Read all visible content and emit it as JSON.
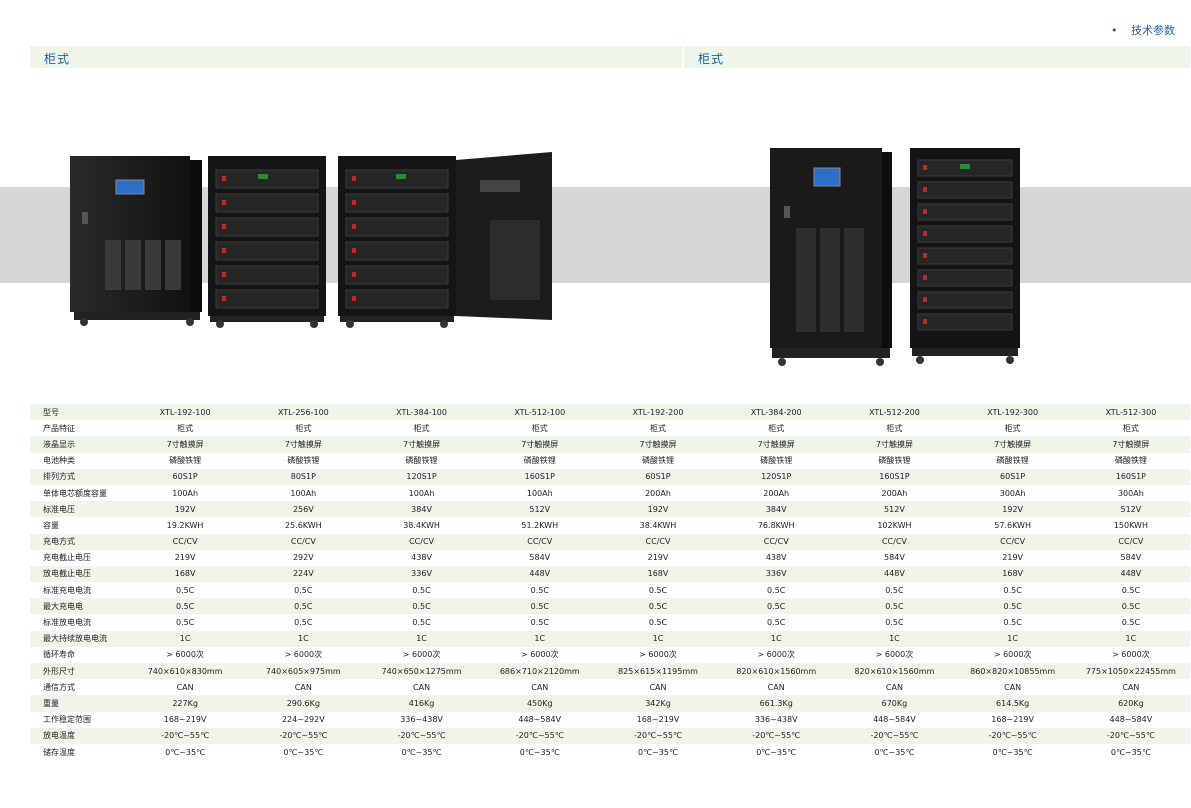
{
  "nav": {
    "item": "技术参数"
  },
  "sections": {
    "left_title": "柜式",
    "right_title": "柜式"
  },
  "table": {
    "rows": [
      {
        "label": "型号",
        "values": [
          "XTL-192-100",
          "XTL-256-100",
          "XTL-384-100",
          "XTL-512-100",
          "XTL-192-200",
          "XTL-384-200",
          "XTL-512-200",
          "XTL-192-300",
          "XTL-512-300"
        ]
      },
      {
        "label": "产品特征",
        "values": [
          "柜式",
          "柜式",
          "柜式",
          "柜式",
          "柜式",
          "柜式",
          "柜式",
          "柜式",
          "柜式"
        ]
      },
      {
        "label": "液晶显示",
        "values": [
          "7寸触摸屏",
          "7寸触摸屏",
          "7寸触摸屏",
          "7寸触摸屏",
          "7寸触摸屏",
          "7寸触摸屏",
          "7寸触摸屏",
          "7寸触摸屏",
          "7寸触摸屏"
        ]
      },
      {
        "label": "电池种类",
        "values": [
          "磷酸铁锂",
          "磷酸铁锂",
          "磷酸铁锂",
          "磷酸铁锂",
          "磷酸铁锂",
          "磷酸铁锂",
          "磷酸铁锂",
          "磷酸铁锂",
          "磷酸铁锂"
        ]
      },
      {
        "label": "排列方式",
        "values": [
          "60S1P",
          "80S1P",
          "120S1P",
          "160S1P",
          "60S1P",
          "120S1P",
          "160S1P",
          "60S1P",
          "160S1P"
        ]
      },
      {
        "label": "单体电芯额度容量",
        "values": [
          "100Ah",
          "100Ah",
          "100Ah",
          "100Ah",
          "200Ah",
          "200Ah",
          "200Ah",
          "300Ah",
          "300Ah"
        ]
      },
      {
        "label": "标准电压",
        "values": [
          "192V",
          "256V",
          "384V",
          "512V",
          "192V",
          "384V",
          "512V",
          "192V",
          "512V"
        ]
      },
      {
        "label": "容量",
        "values": [
          "19.2KWH",
          "25.6KWH",
          "38.4KWH",
          "51.2KWH",
          "38.4KWH",
          "76.8KWH",
          "102KWH",
          "57.6KWH",
          "150KWH"
        ]
      },
      {
        "label": "充电方式",
        "values": [
          "CC/CV",
          "CC/CV",
          "CC/CV",
          "CC/CV",
          "CC/CV",
          "CC/CV",
          "CC/CV",
          "CC/CV",
          "CC/CV"
        ]
      },
      {
        "label": "充电截止电压",
        "values": [
          "219V",
          "292V",
          "438V",
          "584V",
          "219V",
          "438V",
          "584V",
          "219V",
          "584V"
        ]
      },
      {
        "label": "放电截止电压",
        "values": [
          "168V",
          "224V",
          "336V",
          "448V",
          "168V",
          "336V",
          "448V",
          "168V",
          "448V"
        ]
      },
      {
        "label": "标准充电电流",
        "values": [
          "0.5C",
          "0.5C",
          "0.5C",
          "0.5C",
          "0.5C",
          "0.5C",
          "0.5C",
          "0.5C",
          "0.5C"
        ]
      },
      {
        "label": "最大充电电",
        "values": [
          "0.5C",
          "0.5C",
          "0.5C",
          "0.5C",
          "0.5C",
          "0.5C",
          "0.5C",
          "0.5C",
          "0.5C"
        ]
      },
      {
        "label": "标准放电电流",
        "values": [
          "0.5C",
          "0.5C",
          "0.5C",
          "0.5C",
          "0.5C",
          "0.5C",
          "0.5C",
          "0.5C",
          "0.5C"
        ]
      },
      {
        "label": "最大持续放电电流",
        "values": [
          "1C",
          "1C",
          "1C",
          "1C",
          "1C",
          "1C",
          "1C",
          "1C",
          "1C"
        ]
      },
      {
        "label": "循环寿命",
        "values": [
          "> 6000次",
          "> 6000次",
          "> 6000次",
          "> 6000次",
          "> 6000次",
          "> 6000次",
          "> 6000次",
          "> 6000次",
          "> 6000次"
        ]
      },
      {
        "label": "外形尺寸",
        "values": [
          "740×610×830mm",
          "740×605×975mm",
          "740×650×1275mm",
          "686×710×2120mm",
          "825×615×1195mm",
          "820×610×1560mm",
          "820×610×1560mm",
          "860×820×10855mm",
          "775×1050×22455mm"
        ]
      },
      {
        "label": "通信方式",
        "values": [
          "CAN",
          "CAN",
          "CAN",
          "CAN",
          "CAN",
          "CAN",
          "CAN",
          "CAN",
          "CAN"
        ]
      },
      {
        "label": "重量",
        "values": [
          "227Kg",
          "290.6Kg",
          "416Kg",
          "450Kg",
          "342Kg",
          "661.3Kg",
          "670Kg",
          "614.5Kg",
          "620Kg"
        ]
      },
      {
        "label": "工作稳定范围",
        "values": [
          "168~219V",
          "224~292V",
          "336~438V",
          "448~584V",
          "168~219V",
          "336~438V",
          "448~584V",
          "168~219V",
          "448~584V"
        ]
      },
      {
        "label": "放电温度",
        "values": [
          "-20℃~55℃",
          "-20℃~55℃",
          "-20℃~55℃",
          "-20℃~55℃",
          "-20℃~55℃",
          "-20℃~55℃",
          "-20℃~55℃",
          "-20℃~55℃",
          "-20℃~55℃"
        ]
      },
      {
        "label": "储存温度",
        "values": [
          "0℃~35℃",
          "0℃~35℃",
          "0℃~35℃",
          "0℃~35℃",
          "0℃~35℃",
          "0℃~35℃",
          "0℃~35℃",
          "0℃~35℃",
          "0℃~35℃"
        ]
      }
    ]
  }
}
